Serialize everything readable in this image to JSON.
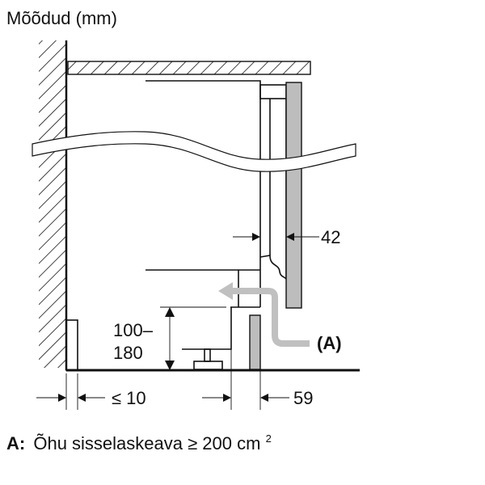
{
  "title": "Mõõdud (mm)",
  "dimensions": {
    "door_gap": "42",
    "plinth_height_top": "100–",
    "plinth_height_bottom": "180",
    "wall_gap": "≤ 10",
    "plinth_depth": "59"
  },
  "callout_label": "(A)",
  "legend": {
    "key": "A:",
    "text": "Õhu sisselaskeava ≥ 200 cm",
    "superscript": "2"
  },
  "colors": {
    "line": "#111111",
    "panel_gray": "#bdbdbd",
    "airflow_arrow": "#c0c0c0"
  }
}
